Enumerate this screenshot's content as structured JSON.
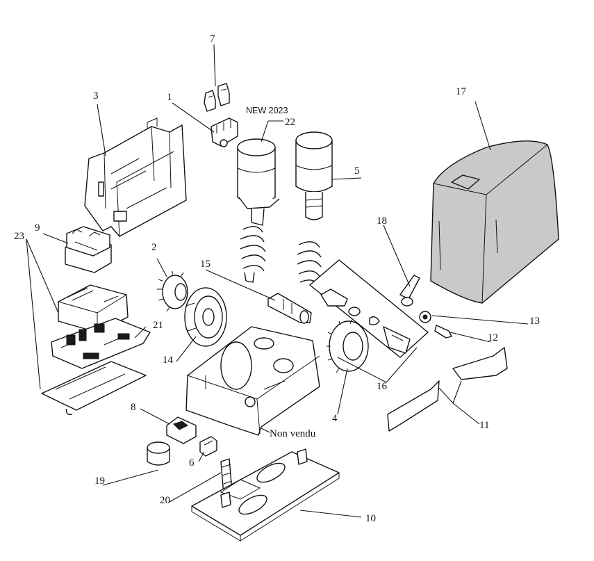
{
  "callouts": {
    "p1": "1",
    "p2": "2",
    "p3": "3",
    "p4": "4",
    "p5": "5",
    "p6": "6",
    "p7": "7",
    "p8": "8",
    "p9": "9",
    "p10": "10",
    "p11": "11",
    "p12": "12",
    "p13": "13",
    "p14": "14",
    "p15": "15",
    "p16": "16",
    "p17": "17",
    "p18": "18",
    "p19": "19",
    "p20": "20",
    "p21": "21",
    "p22": "22",
    "p23": "23"
  },
  "notes": {
    "new_2023": "NEW 2023",
    "non_vendu": "Non vendu"
  },
  "colors": {
    "line": "#111111",
    "cover_fill": "#c9c9c9",
    "background": "#ffffff"
  }
}
